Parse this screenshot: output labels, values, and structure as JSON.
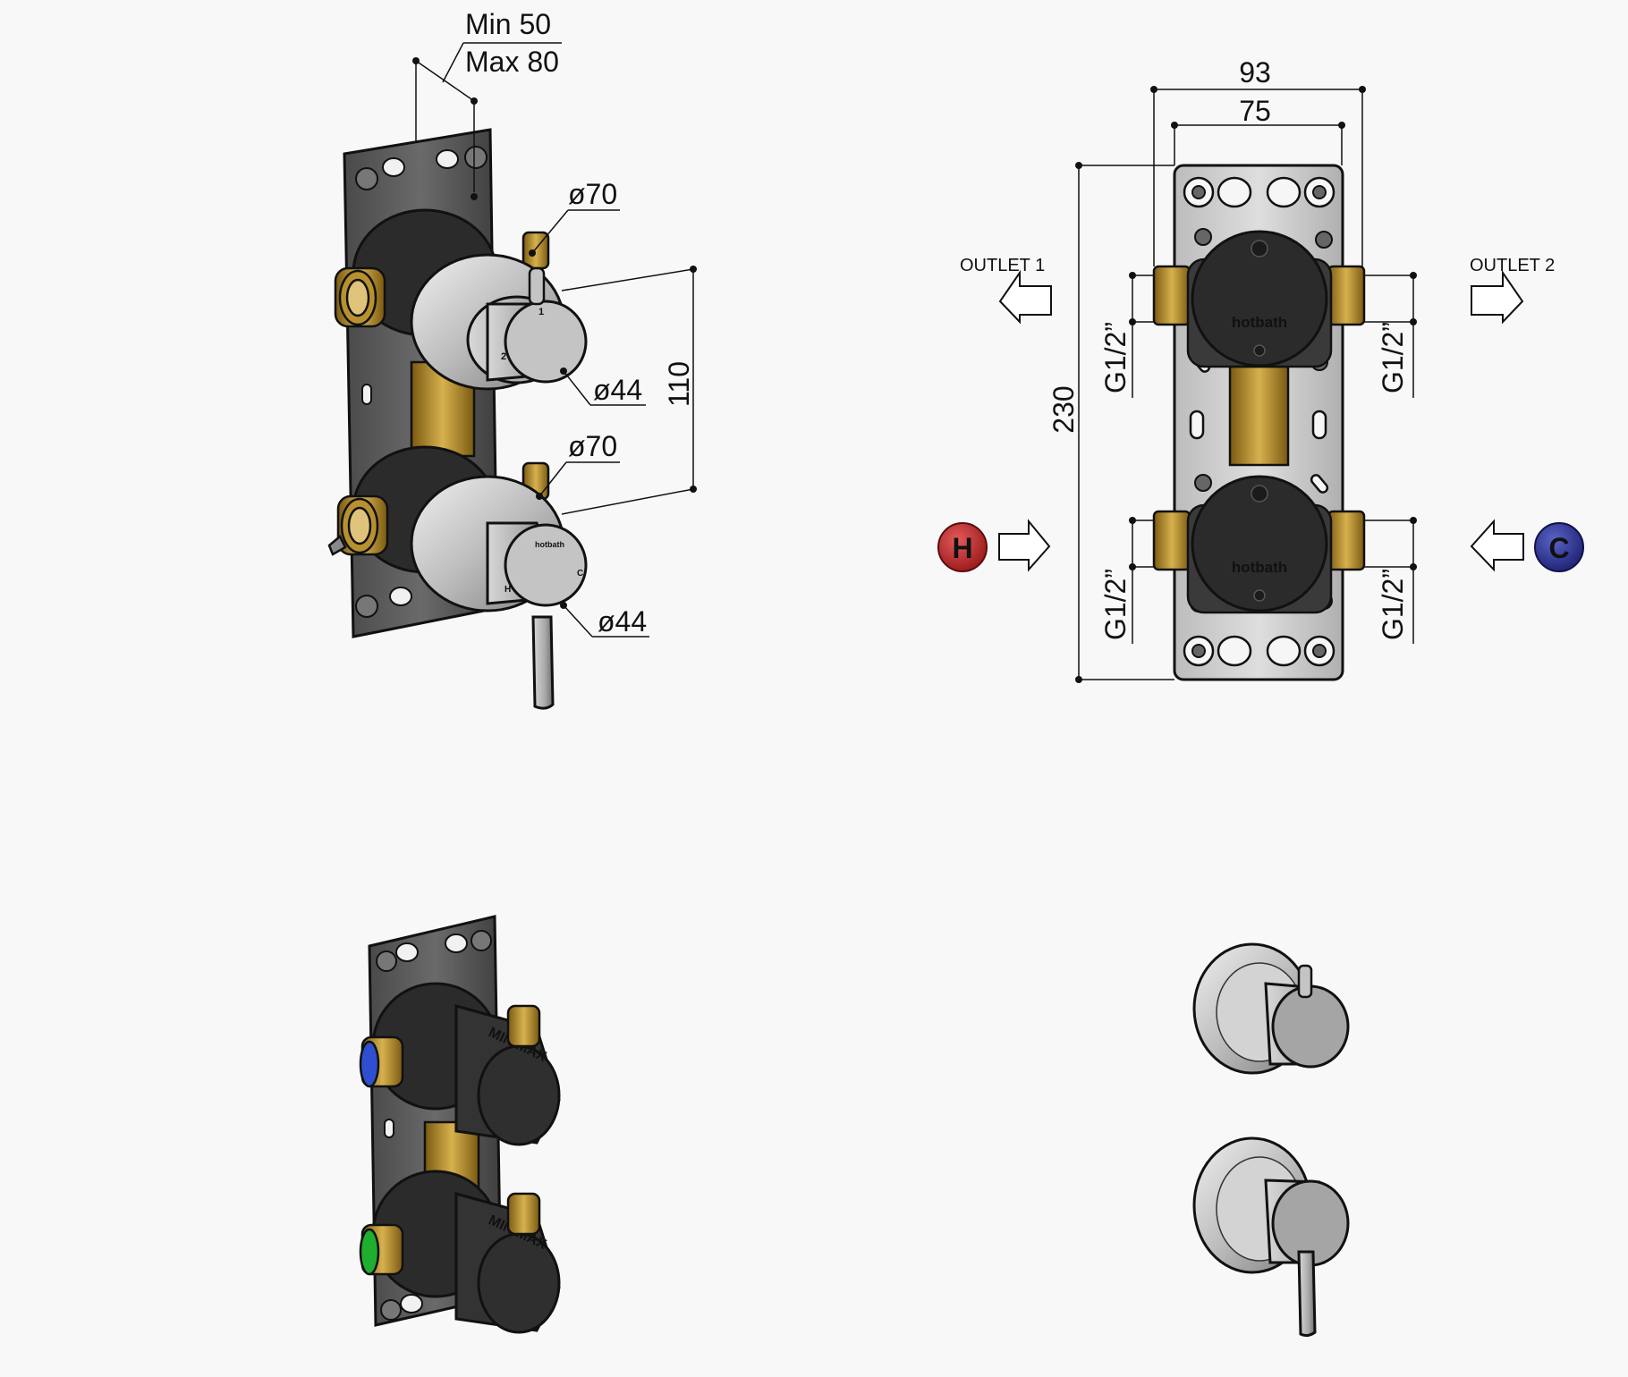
{
  "dimensions": {
    "depth_min": "Min 50",
    "depth_max": "Max 80",
    "rosette_top": "ø70",
    "knob_top": "ø44",
    "rosette_bottom": "ø70",
    "knob_bottom": "ø44",
    "center_distance": "110",
    "width_outer": "93",
    "width_inner": "75",
    "height_total": "230",
    "thread_left_top": "G1/2”",
    "thread_left_bottom": "G1/2”",
    "thread_right_top": "G1/2”",
    "thread_right_bottom": "G1/2”"
  },
  "labels": {
    "outlet_1": "OUTLET 1",
    "outlet_2": "OUTLET 2",
    "hot": "H",
    "cold": "C",
    "brand_top": "hotbath",
    "brand_bottom": "hotbath",
    "knob_mark_top_1": "1",
    "knob_mark_top_2": "2",
    "knob_mark_bottom_h": "H",
    "knob_mark_bottom_c": "C",
    "cartridge_text": "MIN MAX"
  },
  "colors": {
    "hot": "#c62828",
    "cold": "#2a2f8f",
    "brass": "#b8912f",
    "plate": "#5a5a5a",
    "chrome": "#c9c9c9",
    "body": "#2b2b2b",
    "inlet_blue": "#2f4fd0",
    "inlet_green": "#1fae2e"
  }
}
